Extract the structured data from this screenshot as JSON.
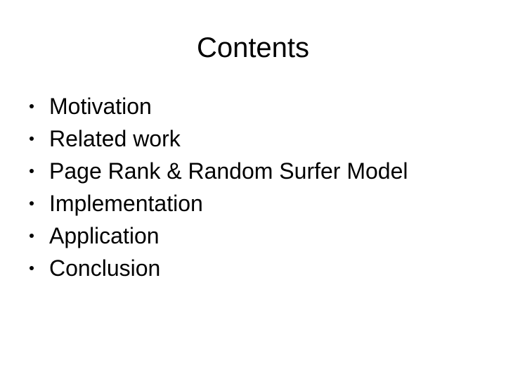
{
  "slide": {
    "background_color": "#ffffff",
    "text_color": "#000000",
    "title": "Contents",
    "bullet_glyph": "filled-circle",
    "items": [
      {
        "label": "Motivation"
      },
      {
        "label": "Related work"
      },
      {
        "label": "Page Rank & Random Surfer Model"
      },
      {
        "label": "Implementation"
      },
      {
        "label": "Application"
      },
      {
        "label": "Conclusion"
      }
    ]
  }
}
